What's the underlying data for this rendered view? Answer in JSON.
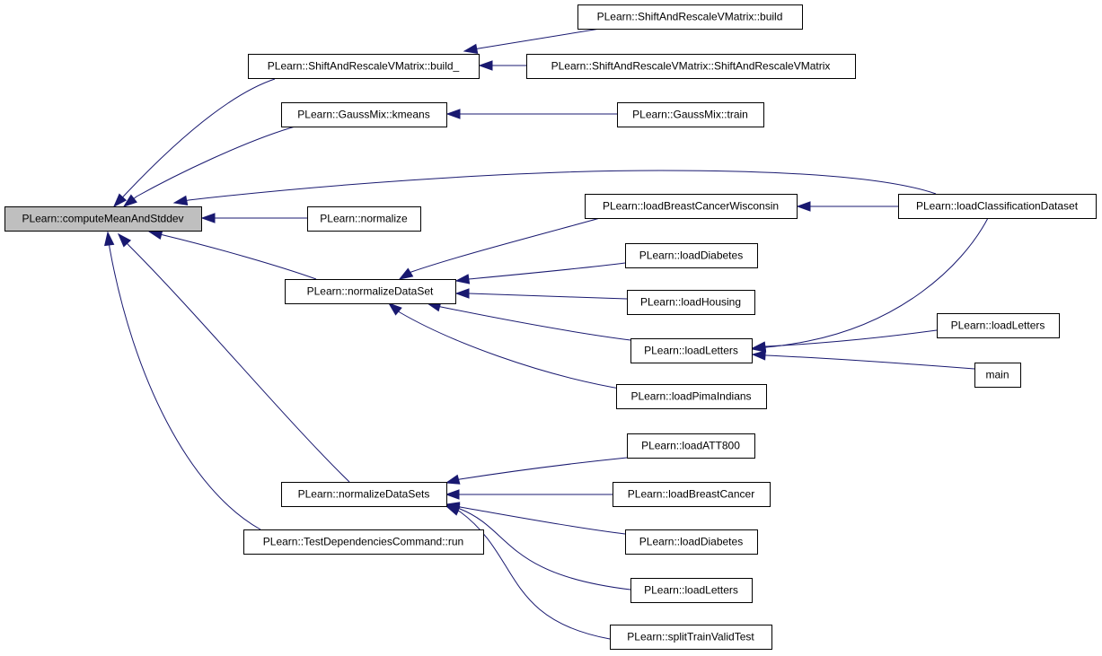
{
  "graph": {
    "colors": {
      "edge": "#191970",
      "root_fill": "#bfbfbf",
      "node_fill": "#ffffff",
      "border": "#000000"
    },
    "nodes": [
      {
        "id": "computeMeanAndStddev",
        "label": "PLearn::computeMeanAndStddev",
        "root": true
      },
      {
        "id": "sarv_build_",
        "label": "PLearn::ShiftAndRescaleVMatrix::build_"
      },
      {
        "id": "sarv_build",
        "label": "PLearn::ShiftAndRescaleVMatrix::build"
      },
      {
        "id": "sarv_ctor",
        "label": "PLearn::ShiftAndRescaleVMatrix::ShiftAndRescaleVMatrix"
      },
      {
        "id": "gm_kmeans",
        "label": "PLearn::GaussMix::kmeans"
      },
      {
        "id": "gm_train",
        "label": "PLearn::GaussMix::train"
      },
      {
        "id": "normalize",
        "label": "PLearn::normalize"
      },
      {
        "id": "normalizeDataSet",
        "label": "PLearn::normalizeDataSet"
      },
      {
        "id": "normalizeDataSets",
        "label": "PLearn::normalizeDataSets"
      },
      {
        "id": "tdc_run",
        "label": "PLearn::TestDependenciesCommand::run"
      },
      {
        "id": "lbcw",
        "label": "PLearn::loadBreastCancerWisconsin"
      },
      {
        "id": "lcd",
        "label": "PLearn::loadClassificationDataset"
      },
      {
        "id": "ldiab1",
        "label": "PLearn::loadDiabetes"
      },
      {
        "id": "lhousing",
        "label": "PLearn::loadHousing"
      },
      {
        "id": "lletters1",
        "label": "PLearn::loadLetters"
      },
      {
        "id": "lletters_far",
        "label": "PLearn::loadLetters"
      },
      {
        "id": "main",
        "label": "main"
      },
      {
        "id": "lpima",
        "label": "PLearn::loadPimaIndians"
      },
      {
        "id": "latt",
        "label": "PLearn::loadATT800"
      },
      {
        "id": "lbc",
        "label": "PLearn::loadBreastCancer"
      },
      {
        "id": "ldiab2",
        "label": "PLearn::loadDiabetes"
      },
      {
        "id": "lletters2",
        "label": "PLearn::loadLetters"
      },
      {
        "id": "splitTVT",
        "label": "PLearn::splitTrainValidTest"
      }
    ],
    "edges": [
      {
        "from": "sarv_build_",
        "to": "computeMeanAndStddev"
      },
      {
        "from": "gm_kmeans",
        "to": "computeMeanAndStddev"
      },
      {
        "from": "lcd",
        "to": "computeMeanAndStddev"
      },
      {
        "from": "normalize",
        "to": "computeMeanAndStddev"
      },
      {
        "from": "normalizeDataSet",
        "to": "computeMeanAndStddev"
      },
      {
        "from": "normalizeDataSets",
        "to": "computeMeanAndStddev"
      },
      {
        "from": "tdc_run",
        "to": "computeMeanAndStddev"
      },
      {
        "from": "sarv_build",
        "to": "sarv_build_"
      },
      {
        "from": "sarv_ctor",
        "to": "sarv_build_"
      },
      {
        "from": "gm_train",
        "to": "gm_kmeans"
      },
      {
        "from": "lbcw",
        "to": "normalizeDataSet"
      },
      {
        "from": "ldiab1",
        "to": "normalizeDataSet"
      },
      {
        "from": "lhousing",
        "to": "normalizeDataSet"
      },
      {
        "from": "lletters1",
        "to": "normalizeDataSet"
      },
      {
        "from": "lpima",
        "to": "normalizeDataSet"
      },
      {
        "from": "lcd",
        "to": "lbcw"
      },
      {
        "from": "lcd",
        "to": "lletters1"
      },
      {
        "from": "lletters_far",
        "to": "lletters1"
      },
      {
        "from": "main",
        "to": "lletters1"
      },
      {
        "from": "latt",
        "to": "normalizeDataSets"
      },
      {
        "from": "lbc",
        "to": "normalizeDataSets"
      },
      {
        "from": "ldiab2",
        "to": "normalizeDataSets"
      },
      {
        "from": "lletters2",
        "to": "normalizeDataSets"
      },
      {
        "from": "splitTVT",
        "to": "normalizeDataSets"
      }
    ]
  }
}
